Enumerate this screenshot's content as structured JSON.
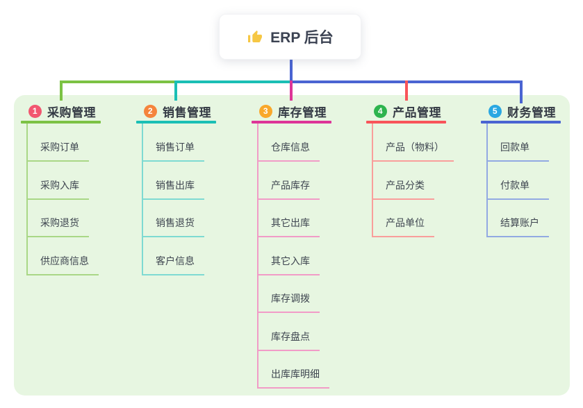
{
  "root": {
    "title": "ERP 后台",
    "icon": "thumbs-up-icon"
  },
  "colors": {
    "page_bg": "#ffffff",
    "panel_bg": "#e7f6e1",
    "root_connector": "#4a64d2",
    "root_text": "#3b4252",
    "thumb_icon": "#f6c744"
  },
  "branches": [
    {
      "index": "1",
      "title": "采购管理",
      "badge_color": "#f25670",
      "line_color": "#7cc244",
      "child_line_color": "#a9d786",
      "children": [
        "采购订单",
        "采购入库",
        "采购退货",
        "供应商信息"
      ]
    },
    {
      "index": "2",
      "title": "销售管理",
      "badge_color": "#f5843c",
      "line_color": "#1bbfb5",
      "child_line_color": "#7edad2",
      "children": [
        "销售订单",
        "销售出库",
        "销售退货",
        "客户信息"
      ]
    },
    {
      "index": "3",
      "title": "库存管理",
      "badge_color": "#f9a82b",
      "line_color": "#dd3598",
      "child_line_color": "#f19bc7",
      "children": [
        "仓库信息",
        "产品库存",
        "其它出库",
        "其它入库",
        "库存调拨",
        "库存盘点",
        "出库库明细"
      ]
    },
    {
      "index": "4",
      "title": "产品管理",
      "badge_color": "#2eb44e",
      "line_color": "#f8545a",
      "child_line_color": "#f99e9b",
      "children": [
        "产品（物料）",
        "产品分类",
        "产品单位"
      ]
    },
    {
      "index": "5",
      "title": "财务管理",
      "badge_color": "#2aa7e2",
      "line_color": "#4a64d2",
      "child_line_color": "#92a9e2",
      "children": [
        "回款单",
        "付款单",
        "结算账户"
      ]
    }
  ]
}
